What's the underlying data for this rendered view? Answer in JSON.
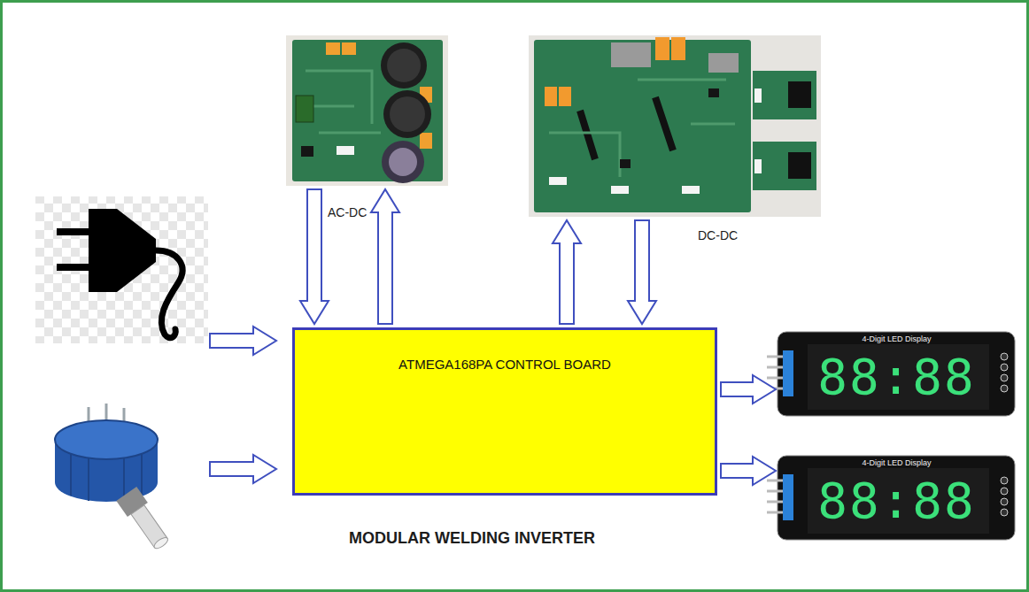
{
  "diagram": {
    "title": "MODULAR WELDING INVERTER",
    "nodes": [
      {
        "text": [
          "AC-DC"
        ]
      },
      {
        "text": [
          "DC-DC"
        ]
      },
      {
        "text": [
          "ATMEGA168PA CONTROL BOARD"
        ]
      },
      {
        "text": [
          "4-Digit LED Display",
          "88:88"
        ]
      },
      {
        "text": [
          "4-Digit LED Display",
          "88:88"
        ]
      }
    ],
    "edges": [
      {
        "from": 0,
        "to": 2,
        "arrow": "to"
      },
      {
        "from": 2,
        "to": 0,
        "arrow": "to"
      },
      {
        "from": 2,
        "to": 1,
        "arrow": "to"
      },
      {
        "from": 1,
        "to": 2,
        "arrow": "to"
      },
      {
        "from": 2,
        "to": 3,
        "arrow": "to"
      },
      {
        "from": 2,
        "to": 4,
        "arrow": "to"
      }
    ]
  }
}
